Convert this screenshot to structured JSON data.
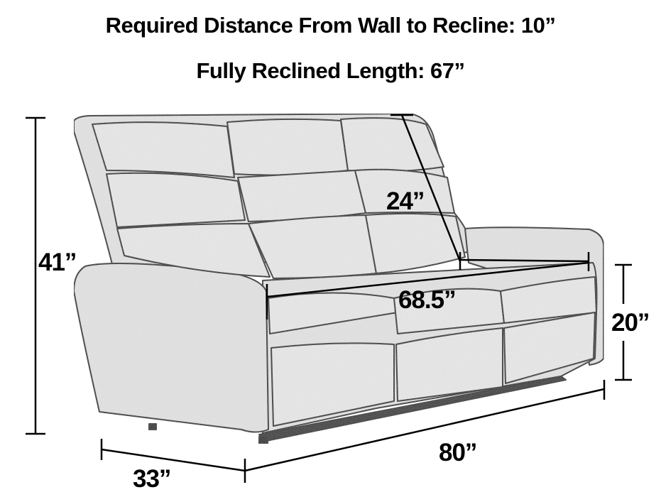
{
  "headings": {
    "recline_distance": "Required Distance From Wall to Recline: 10”",
    "reclined_length": "Fully Reclined Length: 67”"
  },
  "dimensions": {
    "overall_height": "41”",
    "seat_back_height": "24”",
    "seat_width": "68.5”",
    "seat_height": "20”",
    "overall_width": "80”",
    "overall_depth": "33”"
  },
  "colors": {
    "line": "#000000",
    "sofa_fill": "#e6e6e6",
    "sofa_outline": "#2a2a2a",
    "background": "#ffffff"
  }
}
